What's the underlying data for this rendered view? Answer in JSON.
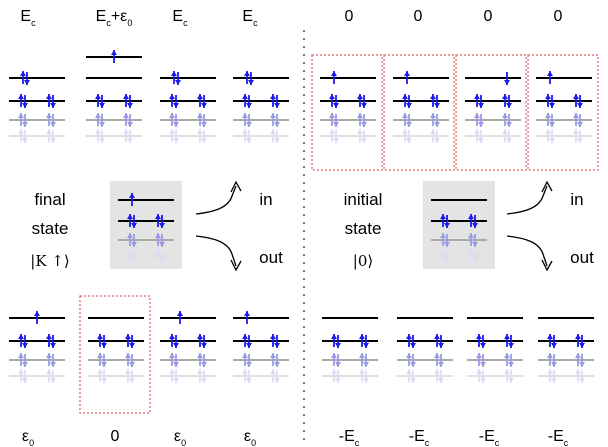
{
  "top_labels": [
    "E_c",
    "E_c+ε_0",
    "E_c",
    "E_c",
    "0",
    "0",
    "0",
    "0"
  ],
  "bottom_labels": [
    "ε_0",
    "0",
    "ε_0",
    "ε_0",
    "-E_c",
    "-E_c",
    "-E_c",
    "-E_c"
  ],
  "final_state": {
    "line1": "final",
    "line2": "state",
    "ket": "|K ↑⟩"
  },
  "initial_state": {
    "line1": "initial",
    "line2": "state",
    "ket": "|0⟩"
  },
  "arrows": {
    "in_left": "in",
    "out_left": "out",
    "in_right": "in",
    "out_right": "out"
  },
  "colors": {
    "spin_arrow": "#1a1aee",
    "faded_arrow": "#9a9ae6",
    "highlight_box": "#e06060",
    "center_box": "#e4e4e4"
  }
}
